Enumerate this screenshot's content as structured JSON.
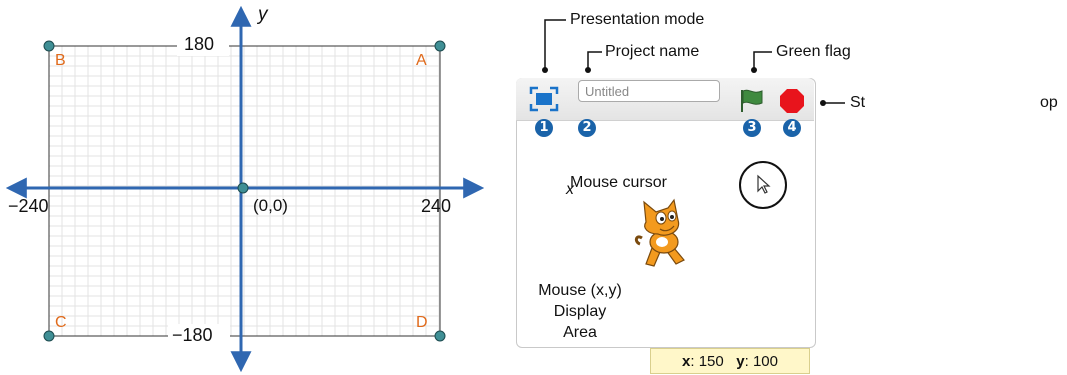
{
  "coordinate_grid": {
    "axis_y_label": "y",
    "top_value": "180",
    "bottom_value": "−180",
    "left_value": "−240",
    "right_value": "240",
    "origin_label": "(0,0)",
    "corners": {
      "a": "A",
      "b": "B",
      "c": "C",
      "d": "D"
    },
    "colors": {
      "axis": "#2f67b1",
      "corner_label": "#e06a1b",
      "dot": "#3f8f95"
    }
  },
  "callouts": {
    "presentation_mode": "Presentation mode",
    "project_name": "Project name",
    "green_flag": "Green flag",
    "stop_part1": "St",
    "stop_part2": "op",
    "mouse_cursor": "Mouse cursor",
    "stray_x": "x",
    "display_area_line1": "Mouse (x,y)",
    "display_area_line2": "Display",
    "display_area_line3": "Area"
  },
  "stage": {
    "project_input_value": "Untitled",
    "badges": [
      "1",
      "2",
      "3",
      "4"
    ],
    "readout": {
      "x_label": "x",
      "x_value": "150",
      "y_label": "y",
      "y_value": "100"
    }
  },
  "icons": {
    "presentation": "fullscreen-icon",
    "flag": "green-flag-icon",
    "stop": "stop-sign-icon",
    "cursor": "mouse-pointer-icon",
    "sprite": "scratch-cat-sprite"
  }
}
